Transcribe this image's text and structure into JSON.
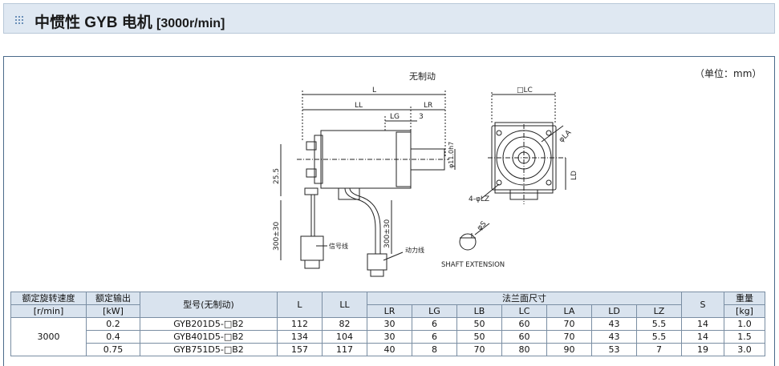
{
  "header": {
    "title": "中惯性 GYB 电机",
    "speed": "[3000r/min]"
  },
  "unit_note": "（单位：mm）",
  "drawing": {
    "caption": "无制动",
    "dim_L": "L",
    "dim_LL": "LL",
    "dim_LR": "LR",
    "dim_LG": "LG",
    "dim_3": "3",
    "dim_255": "25.5",
    "dim_300a": "300±30",
    "dim_300b": "300±30",
    "shaft_dia": "φ11.0h7",
    "signal_line": "信号线",
    "power_line": "动力线",
    "dim_LC": "□LC",
    "dim_LA": "φLA",
    "dim_LD": "LD",
    "dim_LZ": "4-φLZ",
    "dim_S": "φS",
    "shaft_ext": "SHAFT EXTENSION"
  },
  "table": {
    "headers": {
      "rated_speed": "额定旋转速度",
      "rated_speed_unit": "[r/min]",
      "rated_output": "额定输出",
      "rated_output_unit": "[kW]",
      "model": "型号(无制动)",
      "L": "L",
      "LL": "LL",
      "flange": "法兰面尺寸",
      "flange_cols": [
        "LR",
        "LG",
        "LB",
        "LC",
        "LA",
        "LD",
        "LZ"
      ],
      "S": "S",
      "weight": "重量",
      "weight_unit": "[kg]"
    },
    "speed_value": "3000",
    "rows": [
      {
        "output": "0.2",
        "model": "GYB201D5-□B2",
        "L": "112",
        "LL": "82",
        "LR": "30",
        "LG": "6",
        "LB": "50",
        "LC": "60",
        "LA": "70",
        "LD": "43",
        "LZ": "5.5",
        "S": "14",
        "weight": "1.0"
      },
      {
        "output": "0.4",
        "model": "GYB401D5-□B2",
        "L": "134",
        "LL": "104",
        "LR": "30",
        "LG": "6",
        "LB": "50",
        "LC": "60",
        "LA": "70",
        "LD": "43",
        "LZ": "5.5",
        "S": "14",
        "weight": "1.5"
      },
      {
        "output": "0.75",
        "model": "GYB751D5-□B2",
        "L": "157",
        "LL": "117",
        "LR": "40",
        "LG": "8",
        "LB": "70",
        "LC": "80",
        "LA": "90",
        "LD": "53",
        "LZ": "7",
        "S": "19",
        "weight": "3.0"
      }
    ]
  }
}
